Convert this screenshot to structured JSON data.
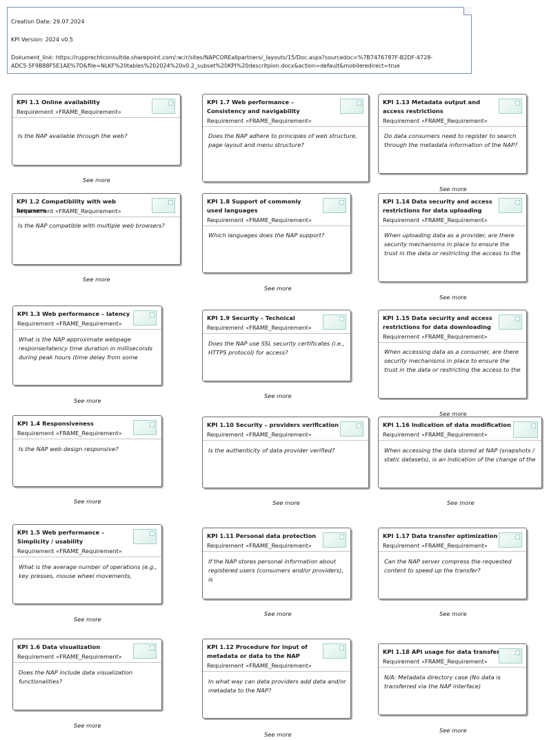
{
  "note": {
    "creation_date": "Creation Date: 29.07.2024",
    "kpi_version": "KPI Version: 2024 v0.5",
    "document_link_line1": "Dokument_link: https://rupprechtconsultde.sharepoint.com/:w:/r/sites/NAPCOREallpartners/_layouts/15/Doc.aspx?sourcedoc=%7B7476787F-B2DF-4728-",
    "document_link_line2": "ADC5-5F9B88F5E1AE%7D&file=NLKF%20tables%202024%20v0.2_subset%20KPI%20descritpion.docx&action=default&mobileredirect=true"
  },
  "see_more_label": "See more",
  "cards": [
    {
      "id": "1.1",
      "title": "KPI 1.1 Online availability",
      "stereotype": "Requirement «FRAME_Requirement»",
      "question": "Is the NAP available through the web?"
    },
    {
      "id": "1.2",
      "title": "KPI 1.2 Compatibility with web browsers",
      "stereotype": "Requirement «FRAME_Requirement»",
      "question": "Is the NAP compatible with multiple web browsers?"
    },
    {
      "id": "1.3",
      "title": "KPI 1.3 Web performance – latency",
      "stereotype": "Requirement «FRAME_Requirement»",
      "question": "What is the NAP approximate webpage response/latency time duration in milliseconds during peak hours (time delay from some stimulus"
    },
    {
      "id": "1.4",
      "title": "KPI 1.4 Responsiveness",
      "stereotype": "Requirement «FRAME_Requirement»",
      "question": "Is the NAP web design responsive?"
    },
    {
      "id": "1.5",
      "title": "KPI 1.5 Web performance – Simplicity / usability",
      "stereotype": "Requirement «FRAME_Requirement»",
      "question": "What is the average number of operations (e.g., key presses, mouse wheel movements,"
    },
    {
      "id": "1.6",
      "title": "KPI 1.6 Data visualization",
      "stereotype": "Requirement «FRAME_Requirement»",
      "question": "Does the NAP include data visualization functionalities?"
    },
    {
      "id": "1.7",
      "title": "KPI 1.7 Web performance – Consistency and navigability",
      "stereotype": "Requirement «FRAME_Requirement»",
      "question": "Does the NAP adhere to principles of web structure, page layout and menu structure?"
    },
    {
      "id": "1.8",
      "title": "KPI 1.8 Support of commonly used languages",
      "stereotype": "Requirement «FRAME_Requirement»",
      "question": "Which languages does the NAP support?"
    },
    {
      "id": "1.9",
      "title": "KPI 1.9 Security – Technical",
      "stereotype": "Requirement «FRAME_Requirement»",
      "question": "Does the NAP use SSL security certificates (i.e., HTTPS protocol) for access?"
    },
    {
      "id": "1.10",
      "title": "KPI 1.10 Security – providers verification",
      "stereotype": "Requirement «FRAME_Requirement»",
      "question": "Is the authenticity of data provider verified?"
    },
    {
      "id": "1.11",
      "title": "KPI 1.11 Personal data protection",
      "stereotype": "Requirement «FRAME_Requirement»",
      "question": "If the NAP stores personal information about registered users (consumers and/or providers), is"
    },
    {
      "id": "1.12",
      "title": "KPI 1.12 Procedure for input of metadata or data to the NAP",
      "stereotype": "Requirement «FRAME_Requirement»",
      "question": "In what way can data providers add data and/or metadata to the NAP?"
    },
    {
      "id": "1.13",
      "title": "KPI 1.13 Metadata output and access restrictions",
      "stereotype": "Requirement «FRAME_Requirement»",
      "question": "Do data consumers need to register to search through the metadata information of the NAP?"
    },
    {
      "id": "1.14",
      "title": "KPI 1.14 Data security and access restrictions for data uploading",
      "stereotype": "Requirement «FRAME_Requirement»",
      "question": "When uploading data as a provider, are there security mechanisms in place to ensure the trust in the data or restricting the access to the NAP?"
    },
    {
      "id": "1.15",
      "title": "KPI 1.15 Data security and access restrictions for data downloading",
      "stereotype": "Requirement «FRAME_Requirement»",
      "question": "When accessing data as a consumer, are there security mechanisms in place to ensure the trust in the data or restricting the access to the NAP or the"
    },
    {
      "id": "1.16",
      "title": "KPI 1.16 Indication of data modification",
      "stereotype": "Requirement «FRAME_Requirement»",
      "question": "When accessing the data stored at NAP (snapshots / static datasets), is an indication of the change of the"
    },
    {
      "id": "1.17",
      "title": "KPI 1.17 Data transfer optimization",
      "stereotype": "Requirement «FRAME_Requirement»",
      "question": "Can the NAP server compress the requested content to speed up the transfer?"
    },
    {
      "id": "1.18",
      "title": "KPI 1.18 API usage for data transfer",
      "stereotype": "Requirement «FRAME_Requirement»",
      "question": "N/A: Metadata directory case (No data is transferred via the NAP interface)"
    }
  ]
}
